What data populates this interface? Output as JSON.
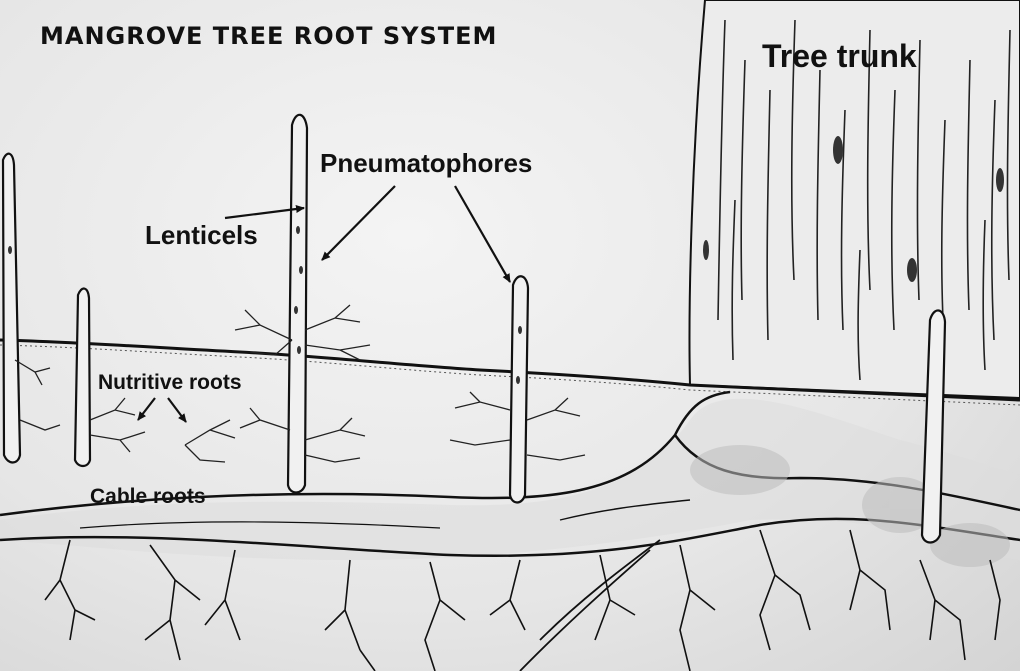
{
  "title": "MANGROVE TREE ROOT SYSTEM",
  "labels": {
    "tree_trunk": "Tree trunk",
    "pneumatophores": "Pneumatophores",
    "lenticels": "Lenticels",
    "nutritive_roots": "Nutritive roots",
    "cable_roots": "Cable roots"
  }
}
